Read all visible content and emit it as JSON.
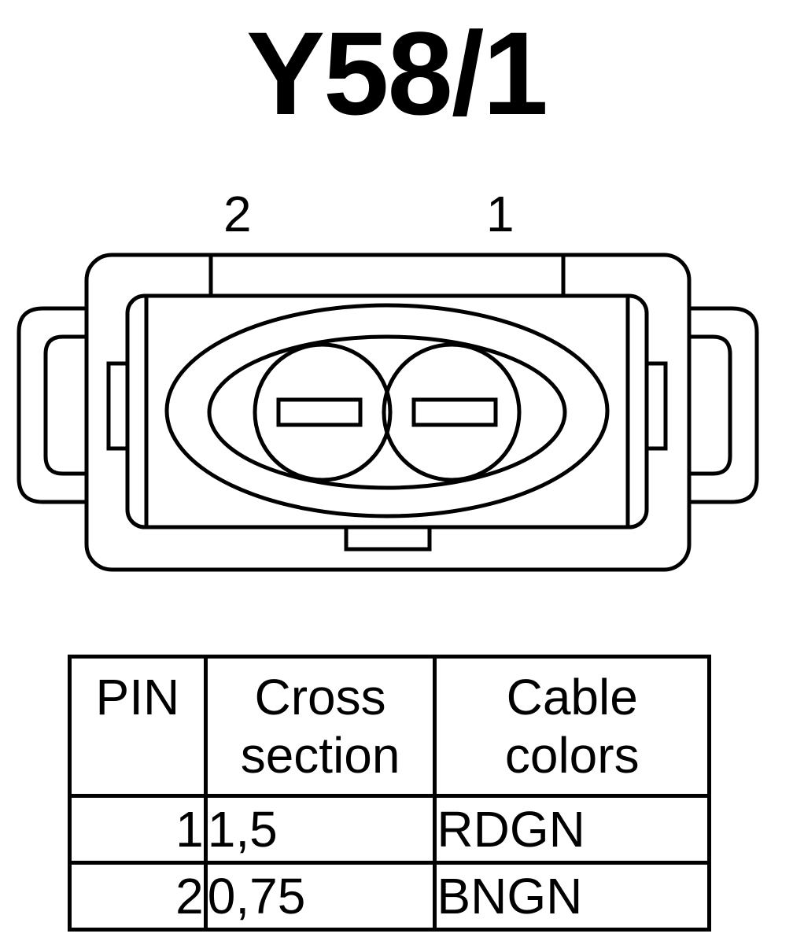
{
  "title": "Y58/1",
  "connector": {
    "pin_numbers": [
      "2",
      "1"
    ]
  },
  "table": {
    "headers": {
      "pin": "PIN",
      "cross_section": [
        "Cross",
        "section"
      ],
      "cable_colors": [
        "Cable",
        "colors"
      ]
    },
    "rows": [
      {
        "pin": "1",
        "cross_section": "1,5",
        "cable_color": "RDGN"
      },
      {
        "pin": "2",
        "cross_section": "0,75",
        "cable_color": "BNGN"
      }
    ]
  },
  "colors": {
    "ink": "#000000",
    "background": "#ffffff"
  }
}
